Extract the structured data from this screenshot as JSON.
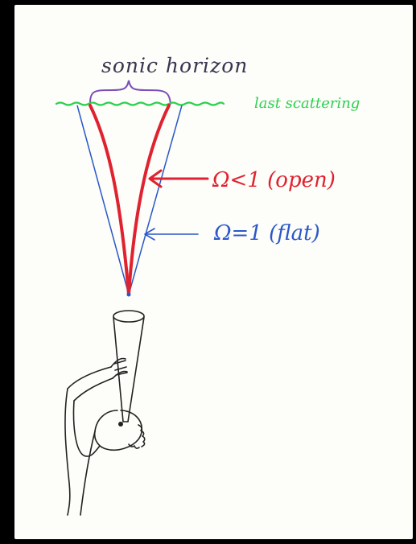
{
  "labels": {
    "sonic_horizon": "sonic horizon",
    "last_scattering": "last scattering",
    "omega_open": "Ω<1  (open)",
    "omega_flat": "Ω=1  (flat)"
  },
  "colors": {
    "background": "#000000",
    "paper": "#fdfdf9",
    "brace": "#7b4fb8",
    "last_scattering": "#2bd04e",
    "open": "#e02230",
    "flat": "#2a58c8",
    "ink": "#222222"
  }
}
